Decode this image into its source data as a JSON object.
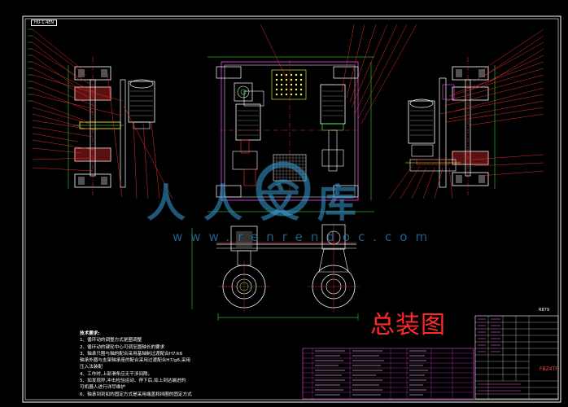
{
  "drawing": {
    "corner_label": "HU-1:4EN",
    "title_main": "总装图",
    "watermark_brand": "人人文库",
    "watermark_url": "www.renrendoc.com",
    "title_block_code": "FBZ4TF",
    "title_block_small": "R879"
  },
  "notes": {
    "heading": "技术要求:",
    "lines": [
      "1、循环动的调整方式是圈调整",
      "2、循环动的键轮中心可调至圆轴长的要求",
      "3、轴承只圈与轴的配合采用基轴制过渡配合H7/k6",
      "   轴承外圈与支架轴承座的配合采用过渡配合H7/g6,采用",
      "   压入法装配",
      "4、工作时,上部滑条应无干涉间隙。",
      "5、如发现异,冲击检验运动、停下后,如上到达端进的",
      "   可机器人进行详尽维护",
      "6、轴承到到如的固定方式是采用端盖和挡圈的固定方式"
    ]
  },
  "palette": {
    "frame": "#ffffff",
    "red": "#ff3030",
    "green": "#33ff33",
    "cyan": "#00e5ff",
    "yellow": "#ffff33",
    "magenta": "#ff40ff",
    "blue": "#2a6cff"
  }
}
